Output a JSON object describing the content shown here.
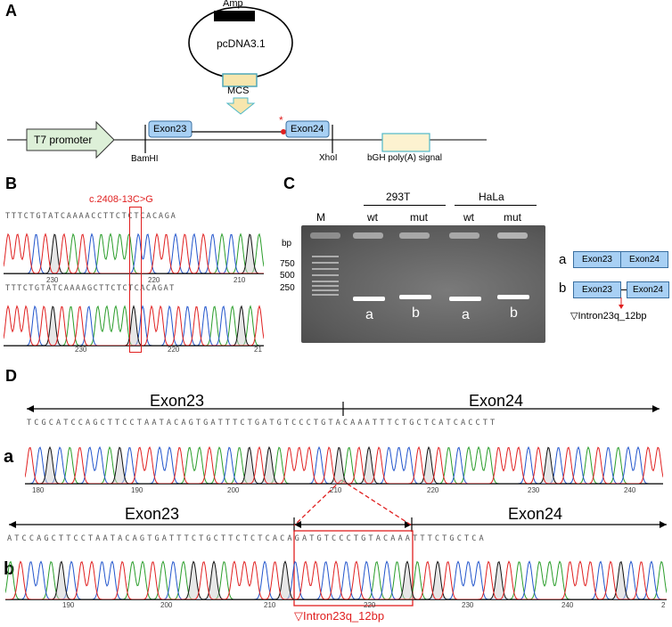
{
  "panel_labels": {
    "a": "A",
    "b": "B",
    "c": "C",
    "d": "D"
  },
  "plasmid": {
    "amp": "Amp",
    "name": "pcDNA3.1",
    "mcs": "MCS"
  },
  "construct": {
    "promoter": "T7 promoter",
    "exon23": "Exon23",
    "exon24": "Exon24",
    "site_left": "BamHI",
    "site_right": "XhoI",
    "polya": "bGH poly(A) signal",
    "mutation_mark": "*"
  },
  "panel_b": {
    "mutation_label": "c.2408-13C>G",
    "seq_top": "TTTCTGTATCAAAACCTTCTCTCACAGA",
    "seq_bottom": "TTTCTGTATCAAAAGCTTCTCTCACAGAT",
    "ticks_top": [
      "230",
      "220",
      "210"
    ],
    "ticks_bottom": [
      "230",
      "220",
      "21"
    ]
  },
  "panel_c": {
    "groups": [
      "293T",
      "HaLa"
    ],
    "marker": "M",
    "lanes": [
      "wt",
      "mut",
      "wt",
      "mut"
    ],
    "bp_label": "bp",
    "sizes": [
      "750",
      "500",
      "250"
    ],
    "band_labels": [
      "a",
      "b",
      "a",
      "b"
    ]
  },
  "isoforms": {
    "a_label": "a",
    "b_label": "b",
    "exon23": "Exon23",
    "exon24": "Exon24",
    "intron_note": "▽Intron23q_12bp"
  },
  "panel_d": {
    "exon23": "Exon23",
    "exon24": "Exon24",
    "row_a_label": "a",
    "row_b_label": "b",
    "seq_a": "TCGCATCCAGCTTCCTAATACAGTGATTTCTGATGTCCCTGTACAAATTTCTGCTCATCACCTT",
    "seq_b": "ATCCAGCTTCCTAATACAGTGATTTCTGCTTCTCTCACAGATGTCCCTGTACAAATTTCTGCTCA",
    "ticks_a": [
      "180",
      "190",
      "200",
      "210",
      "220",
      "230",
      "240"
    ],
    "ticks_b": [
      "190",
      "200",
      "210",
      "220",
      "230",
      "240",
      "2"
    ],
    "intron_label": "▽Intron23q_12bp"
  },
  "colors": {
    "A": "#2a9d2a",
    "C": "#2255cc",
    "G": "#111111",
    "T": "#e02020",
    "highlight": "#e02020"
  }
}
